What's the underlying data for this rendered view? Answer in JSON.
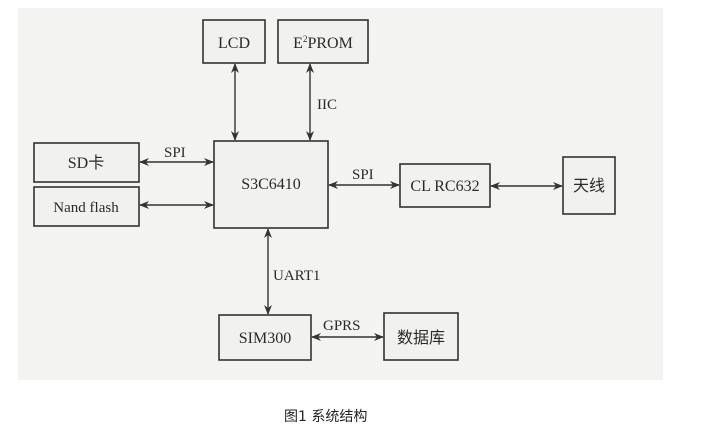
{
  "blocks": {
    "lcd": "LCD",
    "eeprom_e": "E",
    "eeprom_sup": "2",
    "eeprom_rest": "PROM",
    "sd": "SD卡",
    "nand": "Nand flash",
    "cpu": "S3C6410",
    "rfid": "CL RC632",
    "antenna": "天线",
    "gsm": "SIM300",
    "database": "数据库"
  },
  "links": {
    "iic": "IIC",
    "spi_left": "SPI",
    "spi_right": "SPI",
    "uart": "UART1",
    "gprs": "GPRS"
  },
  "caption": "图1 系统结构"
}
